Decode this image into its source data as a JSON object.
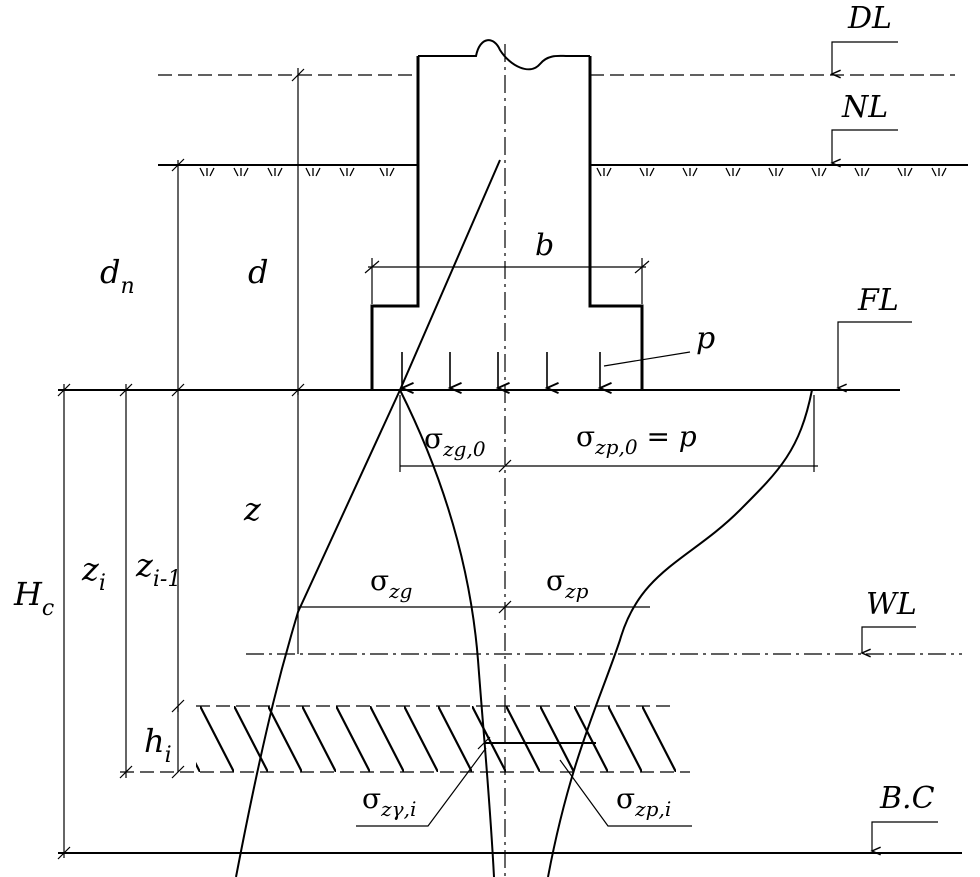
{
  "levels": {
    "dl": "DL",
    "nl": "NL",
    "fl": "FL",
    "wl": "WL",
    "bc": "B.C"
  },
  "dimensions": {
    "b": "b",
    "p": "p",
    "d": "d",
    "dn_main": "d",
    "dn_sub": "n",
    "z": "z",
    "zi_main": "z",
    "zi_sub": "i",
    "zi1_main": "z",
    "zi1_sub": "i-1",
    "hc_main": "H",
    "hc_sub": "c",
    "hi_main": "h",
    "hi_sub": "i"
  },
  "stresses": {
    "sigma": "σ",
    "zg0_sub": "zg,0",
    "zp0_sub": "zp,0",
    "zp0_eq": " = p",
    "zg_sub": "zg",
    "zp_sub": "zp",
    "zgi_sub": "zγ,i",
    "zpi_sub": "zp,i"
  }
}
